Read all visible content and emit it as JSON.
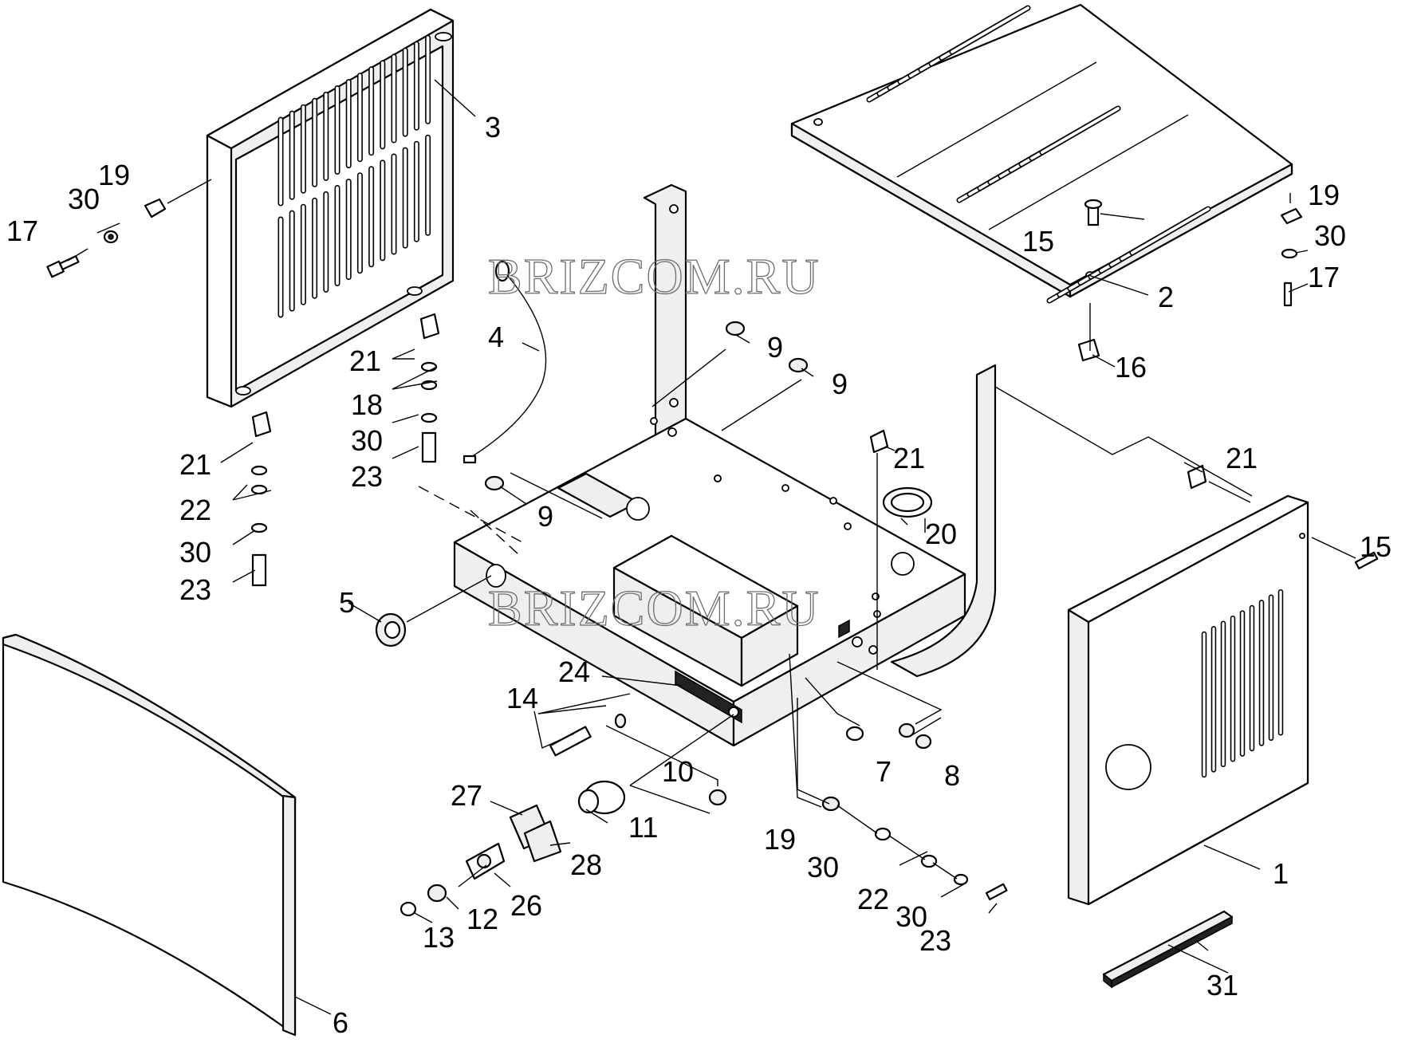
{
  "watermark": "BRIZCOM.RU",
  "callouts": {
    "c1": "1",
    "c2": "2",
    "c3": "3",
    "c4": "4",
    "c5": "5",
    "c6": "6",
    "c7": "7",
    "c8": "8",
    "c9a": "9",
    "c9b": "9",
    "c9c": "9",
    "c10": "10",
    "c11": "11",
    "c12": "12",
    "c13": "13",
    "c14": "14",
    "c15a": "15",
    "c15b": "15",
    "c16": "16",
    "c17a": "17",
    "c17b": "17",
    "c18": "18",
    "c19a": "19",
    "c19b": "19",
    "c19c": "19",
    "c20": "20",
    "c21a": "21",
    "c21b": "21",
    "c21c": "21",
    "c21d": "21",
    "c22a": "22",
    "c22b": "22",
    "c23a": "23",
    "c23b": "23",
    "c23c": "23",
    "c24": "24",
    "c26": "26",
    "c27": "27",
    "c28": "28",
    "c30a": "30",
    "c30b": "30",
    "c30c": "30",
    "c30d": "30",
    "c30e": "30",
    "c30f": "30",
    "c31": "31"
  }
}
